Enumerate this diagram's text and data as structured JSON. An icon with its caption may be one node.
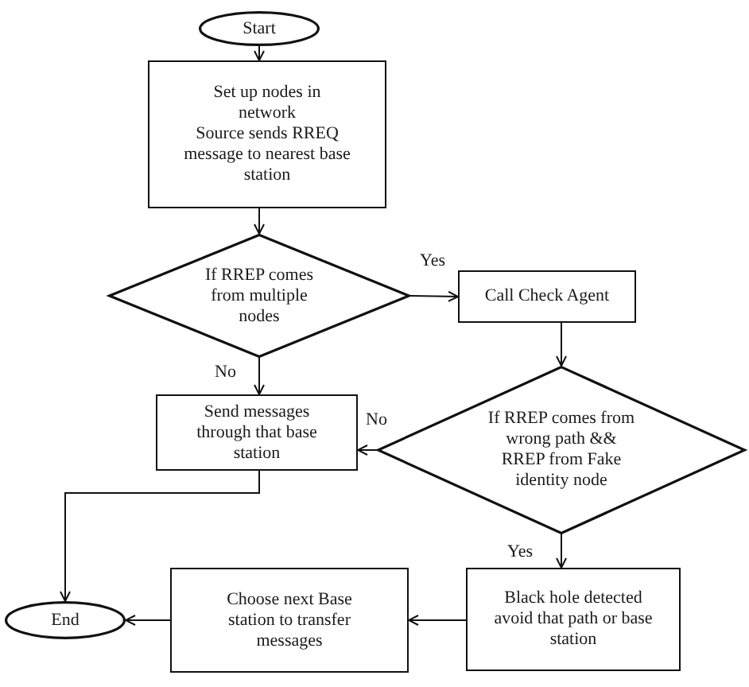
{
  "diagram": {
    "nodes": [
      {
        "text": [
          "Start"
        ]
      },
      {
        "text": [
          "Set up nodes in network",
          "Source sends RREQ message to nearest base station"
        ]
      },
      {
        "text": [
          "If RREP comes from multiple nodes"
        ]
      },
      {
        "text": [
          "Call Check Agent"
        ]
      },
      {
        "text": [
          "Send messages through that base station"
        ]
      },
      {
        "text": [
          "If RREP comes from wrong path && RREP from Fake identity node"
        ]
      },
      {
        "text": [
          "Black hole detected avoid that path or base station"
        ]
      },
      {
        "text": [
          "Choose next Base station to transfer messages"
        ]
      },
      {
        "text": [
          "End"
        ]
      }
    ],
    "edges": [
      {
        "from": 0,
        "to": 1,
        "arrow": "to"
      },
      {
        "from": 1,
        "to": 2,
        "arrow": "to"
      },
      {
        "from": 2,
        "to": 3,
        "arrow": "to",
        "label": "Yes"
      },
      {
        "from": 2,
        "to": 4,
        "arrow": "to",
        "label": "No"
      },
      {
        "from": 3,
        "to": 5,
        "arrow": "to"
      },
      {
        "from": 5,
        "to": 4,
        "arrow": "to",
        "label": "No"
      },
      {
        "from": 5,
        "to": 6,
        "arrow": "to",
        "label": "Yes"
      },
      {
        "from": 4,
        "to": 8,
        "arrow": "to"
      },
      {
        "from": 6,
        "to": 7,
        "arrow": "to"
      },
      {
        "from": 7,
        "to": 8,
        "arrow": "to"
      }
    ]
  }
}
